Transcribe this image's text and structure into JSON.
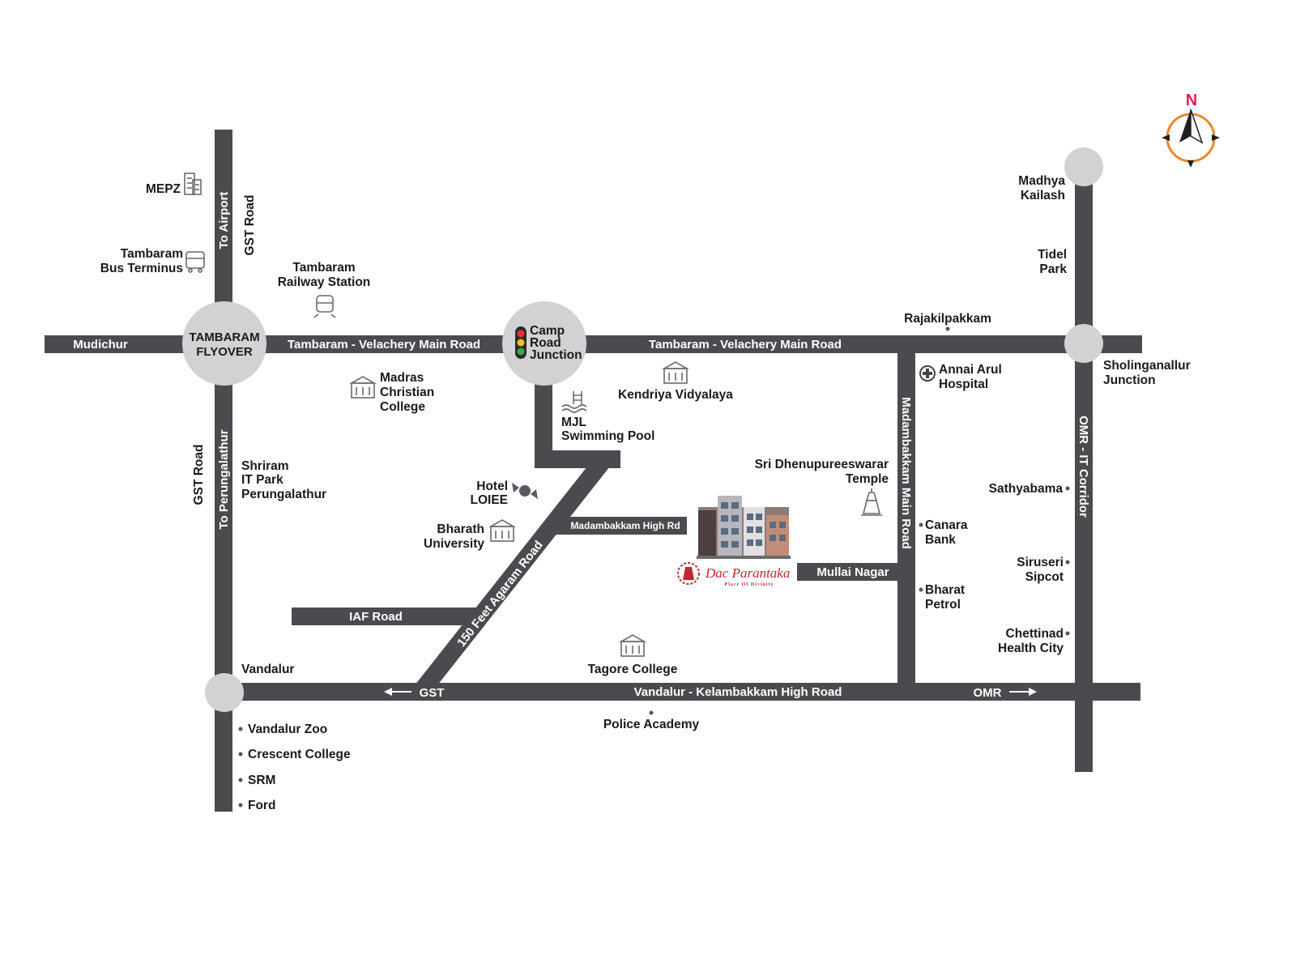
{
  "colors": {
    "road": "#4b4a4f",
    "junction": "#d2d2d4",
    "text": "#1a1a1a",
    "road_text": "#ffffff",
    "compass_ring": "#e8892b",
    "compass_north": "#e01f4f",
    "brand": "#c4262e"
  },
  "compass": {
    "north": "N"
  },
  "roads": {
    "tambaram_velachery_west": "Tambaram - Velachery Main Road",
    "tambaram_velachery_east": "Tambaram - Velachery Main Road",
    "mudichur": "Mudichur",
    "to_airport": "To Airport",
    "gst_road_north": "GST Road",
    "gst_road_south": "GST Road",
    "to_perungalathur": "To Perungalathur",
    "feet_150": "150 Feet Agaram Road",
    "madambakkam_high_rd": "Madambakkam High Rd",
    "iaf_road": "IAF Road",
    "gst_arrow": "GST",
    "vandalur_kelambakkam": "Vandalur - Kelambakkam High Road",
    "omr_arrow": "OMR",
    "madambakkam_main": "Madambakkam Main Road",
    "omr_it_corridor": "OMR - IT Corridor",
    "mullai_nagar": "Mullai Nagar"
  },
  "junctions": {
    "tambaram_flyover": [
      "TAMBARAM",
      "FLYOVER"
    ],
    "camp_road": [
      "Camp",
      "Road",
      "Junction"
    ]
  },
  "places": {
    "mepz": "MEPZ",
    "bus_terminus": [
      "Tambaram",
      "Bus Terminus"
    ],
    "railway_station": [
      "Tambaram",
      "Railway Station"
    ],
    "madras_christian": [
      "Madras",
      "Christian",
      "College"
    ],
    "kendriya": "Kendriya Vidyalaya",
    "mjl": [
      "MJL",
      "Swimming Pool"
    ],
    "shriram": [
      "Shriram",
      "IT Park",
      "Perungalathur"
    ],
    "hotel": [
      "Hotel",
      "LOIEE"
    ],
    "bharath": [
      "Bharath",
      "University"
    ],
    "temple": [
      "Sri Dhenupureeswarar",
      "Temple"
    ],
    "annai": [
      "Annai Arul",
      "Hospital"
    ],
    "rajakilpakkam": "Rajakilpakkam",
    "madhya": [
      "Madhya",
      "Kailash"
    ],
    "tidel": [
      "Tidel",
      "Park"
    ],
    "sholinganallur": [
      "Sholinganallur",
      "Junction"
    ],
    "sathyabama": "Sathyabama",
    "canara": [
      "Canara",
      "Bank"
    ],
    "bharat_petrol": [
      "Bharat",
      "Petrol"
    ],
    "siruseri": [
      "Siruseri",
      "Sipcot"
    ],
    "chettinad": [
      "Chettinad",
      "Health City"
    ],
    "tagore": "Tagore College",
    "vandalur": "Vandalur",
    "police": "Police Academy",
    "south_list": [
      "Vandalur Zoo",
      "Crescent College",
      "SRM",
      "Ford"
    ]
  },
  "project": {
    "brand": "Dac Parantaka",
    "tagline": "Place Of Divinity"
  }
}
